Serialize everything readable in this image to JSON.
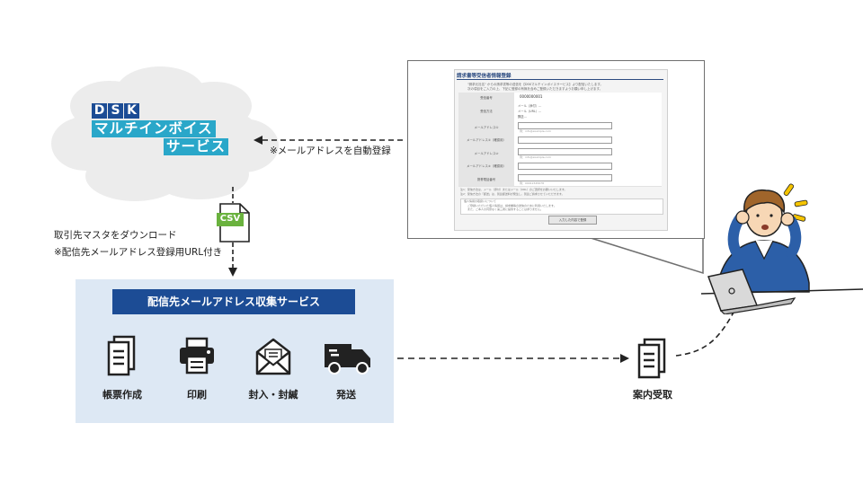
{
  "logo": {
    "dsk_letters": [
      "D",
      "S",
      "K"
    ],
    "line1": "マルチインボイス",
    "line2": "サービス"
  },
  "csv": {
    "label": "CSV"
  },
  "auto_register_label": "※メールアドレスを自動登録",
  "download_label_1": "取引先マスタをダウンロード",
  "download_label_2": "※配信先メールアドレス登録用URL付き",
  "service": {
    "title": "配信先メールアドレス収集サービス",
    "steps": [
      {
        "label": "帳票作成",
        "icon": "document-icon"
      },
      {
        "label": "印刷",
        "icon": "printer-icon"
      },
      {
        "label": "封入・封緘",
        "icon": "envelope-icon"
      },
      {
        "label": "発送",
        "icon": "delivery-truck-icon"
      }
    ]
  },
  "receive": {
    "label": "案内受取",
    "icon": "document-icon"
  },
  "form": {
    "title": "請求書等受信者情報登録",
    "intro_1": "\"請求元社名\" からの請求書等の送信を【DSKマルチインボイスサービス】より配信いたします。",
    "intro_2": "次の項目をご入力の上、下記に登録の有無を含めご登録いただきますようお願い申し上げます。",
    "rows": [
      {
        "key": "受信番号",
        "value": "0000000001"
      },
      {
        "key": "受信方法",
        "options": [
          "メール（添付）…",
          "メール（URL）…",
          "郵送…"
        ]
      },
      {
        "key": "メールアドレス①",
        "hint": "例：info@example.com"
      },
      {
        "key": "メールアドレス①（確認用）",
        "hint": ""
      },
      {
        "key": "メールアドレス②",
        "hint": "例：info@example.com"
      },
      {
        "key": "メールアドレス②（確認用）",
        "hint": ""
      },
      {
        "key": "携帯電話番号",
        "hint": "例：09012345678"
      }
    ],
    "note_1": "注1：受信方法は、メール（添付）またはメール（URL）のご選択をお願いいたします。",
    "note_2": "注2：受信方法の「郵送」は、別途郵送料が発生し、別途ご請求させていただきます。",
    "notice_title": "個人情報の取扱いについて",
    "notice_1": "ご登録いただいた個人情報は、請求書等の送信のために利用いたします。",
    "notice_2": "また、ご本人の同意なく第三者に提供することはありません。",
    "submit": "入力した内容で登録"
  },
  "colors": {
    "brand_navy": "#1c4c95",
    "brand_cyan": "#2aa7c9",
    "panel_bg": "#dde8f4",
    "csv_green": "#6ab23e",
    "person_shirt": "#2c5fa8",
    "exclaim_yellow": "#f5c400"
  }
}
